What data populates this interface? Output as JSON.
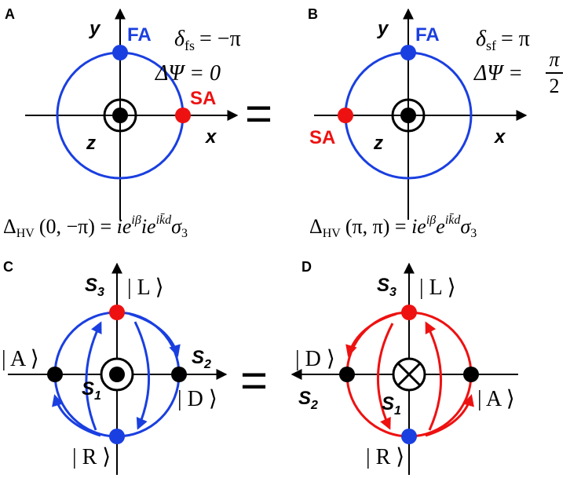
{
  "colors": {
    "blue": "#1a3fe0",
    "red": "#ee1111",
    "black": "#000000"
  },
  "panelA": {
    "letter": "A",
    "axis_y": "y",
    "axis_x": "x",
    "axis_z": "z",
    "fast_axis": "FA",
    "slow_axis": "SA",
    "delta_lhs": "δ",
    "delta_sub": "fs",
    "delta_rhs": "= −π",
    "dpsi": "ΔΨ = 0",
    "formula_lhs": "Δ",
    "formula_sub": "HV",
    "formula_args": "(0, −π) = ",
    "formula_rhs": "ie",
    "formula_exp1": "iβ",
    "formula_rhs2": "ie",
    "formula_exp2": "ik̄d",
    "formula_sigma": "σ",
    "formula_sigma_sub": "3"
  },
  "panelB": {
    "letter": "B",
    "axis_y": "y",
    "axis_x": "x",
    "axis_z": "z",
    "fast_axis": "FA",
    "slow_axis": "SA",
    "delta_lhs": "δ",
    "delta_sub": "sf",
    "delta_rhs": "= π",
    "dpsi_lhs": "ΔΨ =",
    "dpsi_num": "π",
    "dpsi_den": "2",
    "formula_lhs": "Δ",
    "formula_sub": "HV",
    "formula_args": "(π, π) = ",
    "formula_rhs": "ie",
    "formula_exp1": "iβ",
    "formula_rhs2": "e",
    "formula_exp2": "ik̄d",
    "formula_sigma": "σ",
    "formula_sigma_sub": "3"
  },
  "equals_sign": "=",
  "panelC": {
    "letter": "C",
    "s3": "S",
    "s3_sub": "3",
    "s2": "S",
    "s2_sub": "2",
    "s1": "S",
    "s1_sub": "1",
    "state_L": "| L ⟩",
    "state_A": "| A ⟩",
    "state_D": "| D ⟩",
    "state_R": "| R ⟩"
  },
  "panelD": {
    "letter": "D",
    "s3": "S",
    "s3_sub": "3",
    "s2": "S",
    "s2_sub": "2",
    "s1": "S",
    "s1_sub": "1",
    "state_L": "| L ⟩",
    "state_D": "| D ⟩",
    "state_A": "| A ⟩",
    "state_R": "| R ⟩"
  }
}
